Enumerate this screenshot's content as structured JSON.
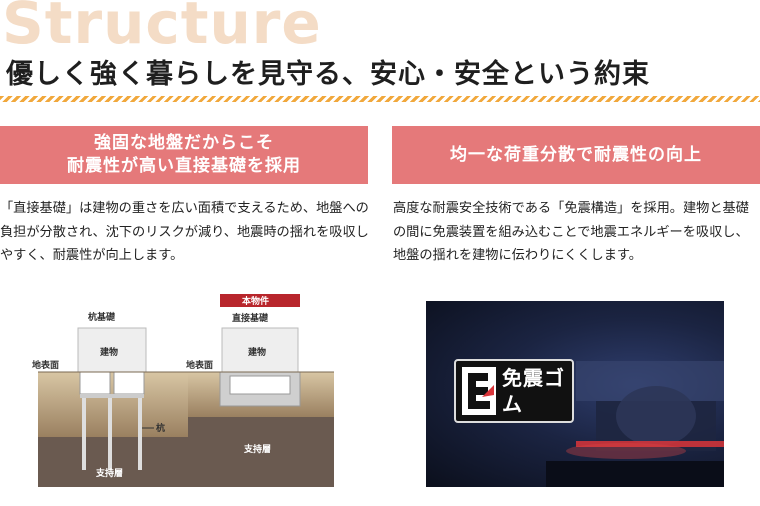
{
  "header": {
    "bg_word": "Structure",
    "title": "優しく強く暮らしを見守る、安心・安全という約束"
  },
  "left": {
    "pill_line1": "強固な地盤だからこそ",
    "pill_line2": "耐震性が高い直接基礎を採用",
    "body": "「直接基礎」は建物の重さを広い面積で支えるため、地盤への負担が分散され、沈下のリスクが減り、地震時の揺れを吸収しやすく、耐震性が向上します。"
  },
  "right": {
    "pill": "均一な荷重分散で耐震性の向上",
    "body": "高度な耐震安全技術である「免震構造」を採用。建物と基礎の間に免震装置を組み込むことで地震エネルギーを吸収し、地盤の揺れを建物に伝わりにくくします。"
  },
  "diagram_pile": {
    "title": "杭基礎",
    "building": "建物",
    "ground_surface": "地表面",
    "pile": "杭",
    "support_layer": "支持層"
  },
  "diagram_direct": {
    "tag": "本物件",
    "title": "直接基礎",
    "building": "建物",
    "ground_surface": "地表面",
    "support_layer": "支持層"
  },
  "photo": {
    "badge": "免震ゴム"
  },
  "colors": {
    "pill": "#e5797a",
    "stripe": "#f1a83c",
    "bg_word": "#f4dcc6",
    "soil_top": "#c9b48f",
    "soil_bottom": "#6a5a50",
    "tag": "#b8262c"
  }
}
